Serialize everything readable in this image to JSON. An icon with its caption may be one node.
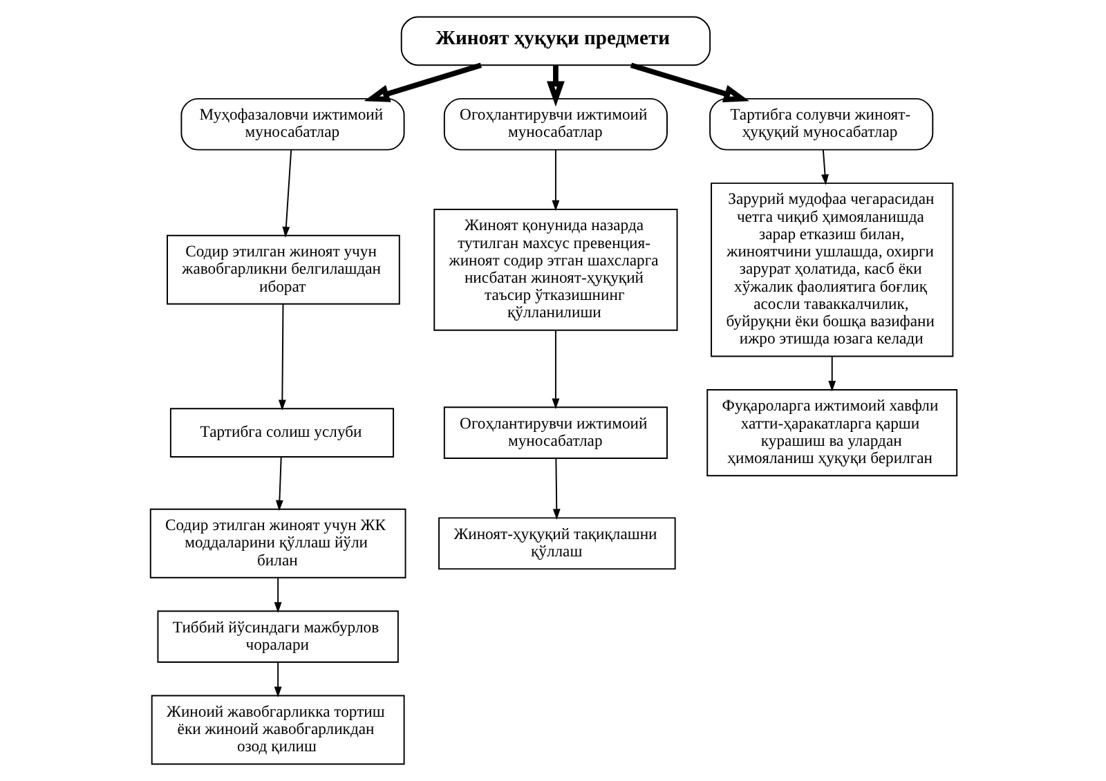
{
  "diagram": {
    "nodes": [
      {
        "text": [
          "Жиноят ҳуқуқи предмети"
        ]
      },
      {
        "text": [
          "Муҳофазаловчи ижтимоий муносабатлар"
        ]
      },
      {
        "text": [
          "Огоҳлантирувчи ижтимоий муносабатлар"
        ]
      },
      {
        "text": [
          "Тартибга солувчи жиноят-ҳуқуқий муносабатлар"
        ]
      },
      {
        "text": [
          "Содир этилган жиноят учун жавобгарликни белгилашдан иборат"
        ]
      },
      {
        "text": [
          "Тартибга солиш услуби"
        ]
      },
      {
        "text": [
          "Содир этилган жиноят учун ЖК моддаларини қўллаш йўли билан"
        ]
      },
      {
        "text": [
          "Тиббий йўсиндаги мажбурлов чоралари"
        ]
      },
      {
        "text": [
          "Жиноий жавобгарликка тортиш ёки жиноий жавобгарликдан озод қилиш"
        ]
      },
      {
        "text": [
          "Жиноят қонунида назарда тутилган махсус превенция-жиноят содир этган шахсларга нисбатан жиноят-ҳуқуқий таъсир ўтказишнинг қўлланилиши"
        ]
      },
      {
        "text": [
          "Огоҳлантирувчи ижтимоий муносабатлар"
        ]
      },
      {
        "text": [
          "Жиноят-ҳуқуқий тақиқлашни қўллаш"
        ]
      },
      {
        "text": [
          "Зарурий мудофаа чегарасидан четга чиқиб ҳимояланишда зарар етказиш билан, жиноятчини ушлашда, охирги зарурат ҳолатида, касб ёки хўжалик фаолиятига боғлиқ асосли таваккалчилик, буйруқни ёки бошқа вазифани ижро этишда юзага келади"
        ]
      },
      {
        "text": [
          "Фуқароларга ижтимоий хавфли хатти-ҳаракатларга қарши курашиш ва улардан ҳимояланиш ҳуқуқи берилган"
        ]
      }
    ],
    "edges": [
      {
        "from": 0,
        "to": 1,
        "arrow": "to",
        "style": "thick"
      },
      {
        "from": 0,
        "to": 2,
        "arrow": "to",
        "style": "thick"
      },
      {
        "from": 0,
        "to": 3,
        "arrow": "to",
        "style": "thick"
      },
      {
        "from": 1,
        "to": 4,
        "arrow": "to"
      },
      {
        "from": 4,
        "to": 5,
        "arrow": "to"
      },
      {
        "from": 5,
        "to": 6,
        "arrow": "to"
      },
      {
        "from": 6,
        "to": 7,
        "arrow": "to"
      },
      {
        "from": 7,
        "to": 8,
        "arrow": "to"
      },
      {
        "from": 2,
        "to": 9,
        "arrow": "to"
      },
      {
        "from": 9,
        "to": 10,
        "arrow": "to"
      },
      {
        "from": 10,
        "to": 11,
        "arrow": "to"
      },
      {
        "from": 3,
        "to": 12,
        "arrow": "to"
      },
      {
        "from": 12,
        "to": 13,
        "arrow": "to"
      }
    ]
  }
}
